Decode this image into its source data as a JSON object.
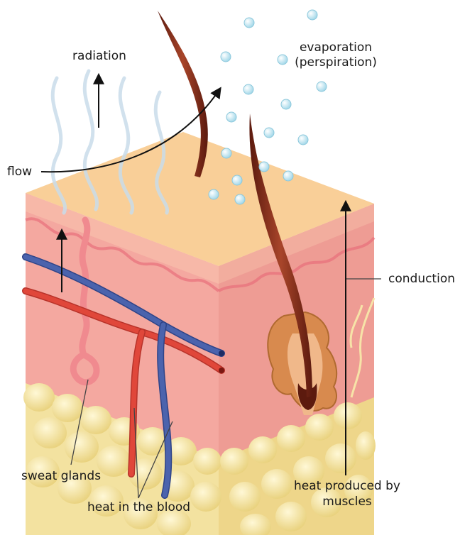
{
  "labels": {
    "radiation": "radiation",
    "evaporation_line1": "evaporation",
    "evaporation_line2": "(perspiration)",
    "flow": "flow",
    "conduction": "conduction",
    "sweat_glands": "sweat glands",
    "heat_blood": "heat in the blood",
    "heat_muscles_line1": "heat produced by",
    "heat_muscles_line2": "muscles"
  },
  "colors": {
    "epidermis_top": "#f9cf98",
    "dermis": "#f4a8a0",
    "artery": "#e0473a",
    "vein": "#4b63ad",
    "fat": "#f3e2a0",
    "hair": "#8a2e1d",
    "droplet": "#bfe6f2",
    "heat_wave": "#c9dcea"
  }
}
